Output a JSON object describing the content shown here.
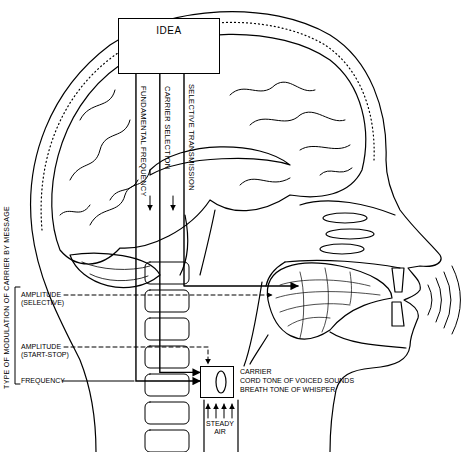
{
  "diagram": {
    "nodes": [
      {
        "text": [
          "IDEA"
        ]
      },
      {
        "text": [
          "CARRIER",
          "CORD TONE OF VOICED SOUNDS",
          "BREATH TONE OF WHISPER"
        ]
      }
    ],
    "edges": [
      {
        "from": 0,
        "to": 1,
        "arrow": "to",
        "label": "FUNDAMENTAL FREQUENCY"
      },
      {
        "from": 0,
        "to": 1,
        "arrow": "to",
        "label": "CARRIER SELECTION"
      }
    ],
    "labels": [
      "SELECTIVE TRANSMISSION",
      "TYPE OF MODULATION OF CARRIER BY MESSAGE",
      "AMPLITUDE (SELECTIVE)",
      "AMPLITUDE (START-STOP)",
      "FREQUENCY",
      "STEADY AIR"
    ]
  }
}
